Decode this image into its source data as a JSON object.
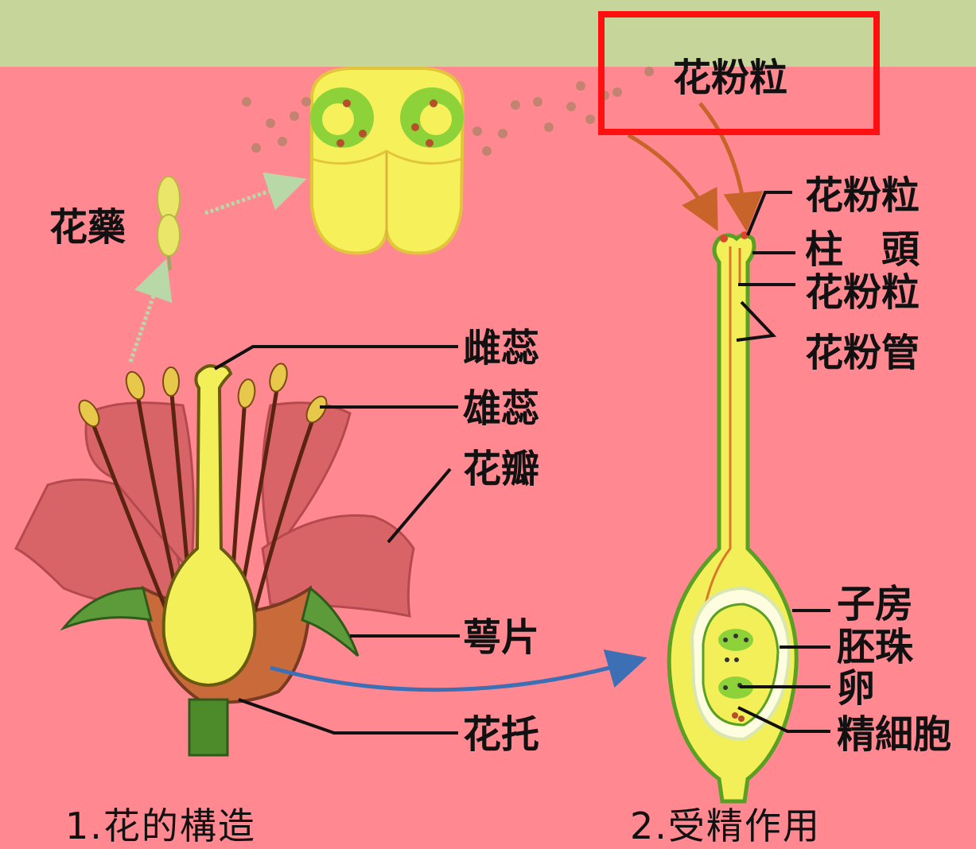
{
  "colors": {
    "background": "#ff8891",
    "top_bar": "#c6d69b",
    "highlight_box": "#ff1010",
    "pistil_yellow": "#f2ef58",
    "petal": "#d96467",
    "pollen_tube": "#d9782a",
    "sepal_green": "#5c9a3a"
  },
  "panel1": {
    "anther_label": "花藥",
    "pistil_label": "雌蕊",
    "stamen_label": "雄蕊",
    "petal_label": "花瓣",
    "sepal_label": "萼片",
    "receptacle_label": "花托",
    "caption": "1.花的構造"
  },
  "panel2": {
    "pollen_grain_top_label": "花粉粒",
    "pollen_grain_label": "花粉粒",
    "stigma_label": "柱　頭",
    "pollen_grain2_label": "花粉粒",
    "pollen_tube_label": "花粉管",
    "ovary_label": "子房",
    "ovule_label": "胚珠",
    "egg_label": "卵",
    "sperm_label": "精細胞",
    "caption": "2.受精作用"
  }
}
